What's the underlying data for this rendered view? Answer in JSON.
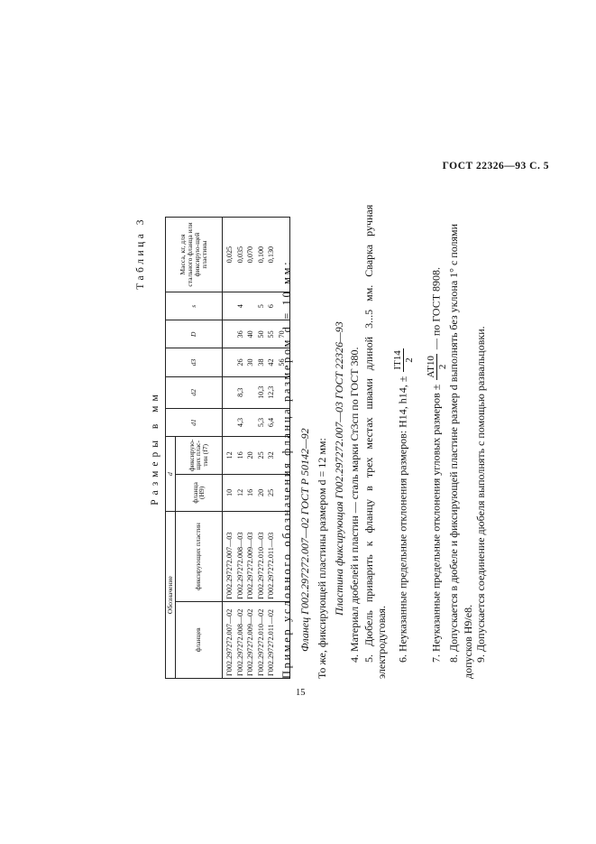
{
  "header": "ГОСТ 22326—93 С. 5",
  "page_number": "15",
  "table": {
    "label": "Таблица 3",
    "caption": "Размеры в мм",
    "head": {
      "designation": "Обозначение",
      "flange": "фланцев",
      "plate": "фиксирующих пластин",
      "d": "d",
      "d_flange": "фланца (H9)",
      "d_plate": "фиксирую-щих плас-тин (f7)",
      "d1": "d1",
      "d2": "d2",
      "d3": "d3",
      "D": "D",
      "s": "s",
      "mass": "Масса, кг, для стального фланца или фиксирую-щей пластины"
    },
    "rows": [
      {
        "flange": "Г002.297272.007—02",
        "plate": "Г002.297272.007—03",
        "df": "10",
        "dp": "12",
        "d1": "",
        "d2": "",
        "d3": "",
        "D": "",
        "s": "",
        "mass": "0,025"
      },
      {
        "flange": "Г002.297272.008—02",
        "plate": "Г002.297272.008—03",
        "df": "12",
        "dp": "16",
        "d1": "4,3",
        "d2": "8,3",
        "d3": "26",
        "D": "36",
        "s": "4",
        "mass": "0,035"
      },
      {
        "flange": "Г002.297272.009—02",
        "plate": "Г002.297272.009—03",
        "df": "16",
        "dp": "20",
        "d1": "",
        "d2": "",
        "d3": "30",
        "D": "40",
        "s": "",
        "mass": "0,070"
      },
      {
        "flange": "Г002.297272.010—02",
        "plate": "Г002.297272.010—03",
        "df": "20",
        "dp": "25",
        "d1": "5,3",
        "d2": "10,3",
        "d3": "38",
        "D": "50",
        "s": "5",
        "mass": "0,100"
      },
      {
        "flange": "Г002.297272.011—02",
        "plate": "Г002.297272.011—03",
        "df": "25",
        "dp": "32",
        "d1": "6,4",
        "d2": "12,3",
        "d3": "42",
        "D": "55",
        "s": "6",
        "mass": "0,130"
      }
    ],
    "extra_row": {
      "d3": "56",
      "D": "70"
    }
  },
  "text": {
    "example": "Пример условного обозначения фланца размером d = 10 мм:",
    "flange_designation": "Фланец Г002.297272.007—02 ГОСТ Р 50142—92",
    "same_plate": "То же, фиксирующей пластины размером d = 12 мм:",
    "plate_designation": "Пластина фиксирующая Г002.297272.007—03 ГОСТ 22326—93",
    "item4": "4. Материал дюбелей и пластин — сталь марки Ст3сп по ГОСТ 380.",
    "item5a": "5. Дюбель приварить к фланцу в трех местах швами длиной 3...5 мм. Сварка ручная",
    "item5b": "электродуговая.",
    "item6": "6. Неуказанные предельные отклонения размеров: H14, h14, ±",
    "item6_num": "IT14",
    "item6_den": "2",
    "item7a": "7. Неуказанные предельные отклонения угловых размеров ±",
    "item7_num": "AT10",
    "item7_den": "2",
    "item7b": "— по ГОСТ 8908.",
    "item8": "8. Допускается в дюбеле и фиксирующей пластине размер d выполнять без уклона 1° с полями",
    "item8b": "допусков H9/e8.",
    "item9": "9. Допускается соединение дюбеля выполнять с помощью развальцовки."
  }
}
